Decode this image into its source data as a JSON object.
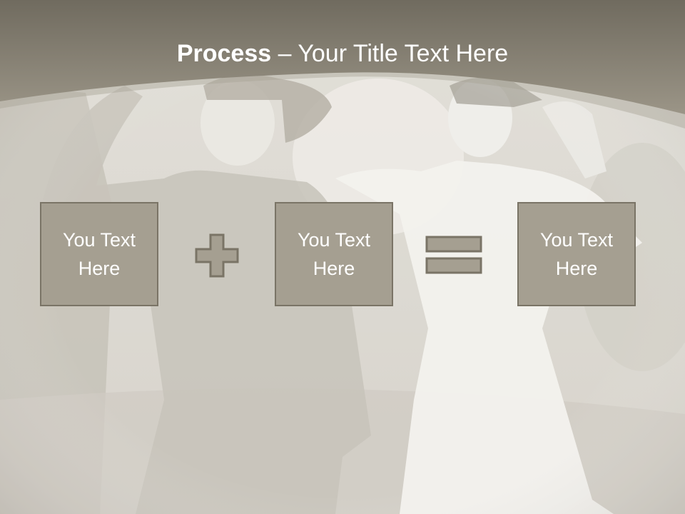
{
  "slide": {
    "title_bold": "Process",
    "title_rest": " – Your Title Text Here",
    "boxes": [
      {
        "label": "You Text Here"
      },
      {
        "label": "You Text Here"
      },
      {
        "label": "You Text Here"
      }
    ],
    "operators": [
      "plus-icon",
      "equals-icon"
    ],
    "colors": {
      "header": "#8f8a7d",
      "box_fill": "#a59f91",
      "box_border": "#7a7466",
      "text": "#ffffff",
      "background": "#e2dfd8"
    }
  }
}
